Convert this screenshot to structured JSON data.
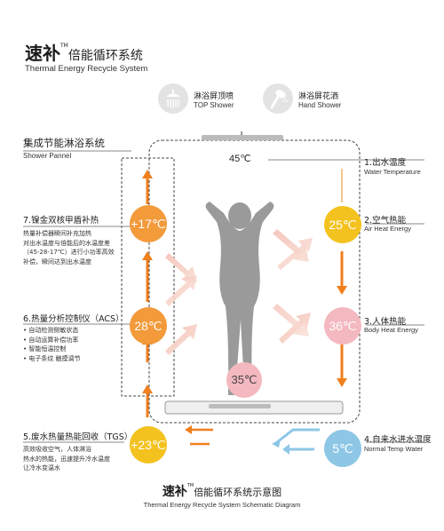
{
  "brand": {
    "title_cn": "速补",
    "tm": "TM",
    "title_cn_suffix": "倍能循环系统",
    "subtitle_en": "Thermal Energy Recycle System"
  },
  "showers": {
    "top": {
      "cn": "淋浴屏顶喷",
      "en": "TOP Shower",
      "icon": "rain-shower-icon"
    },
    "hand": {
      "cn": "淋浴屏花洒",
      "en": "Hand Shower",
      "icon": "hand-shower-icon"
    }
  },
  "panel": {
    "cn": "集成节能淋浴系统",
    "en": "Shower Pannel"
  },
  "left": {
    "item7": {
      "title": "7.镍金双核甲盾补热",
      "lines": [
        "热量补偿器瞬间补充加热",
        "对出水温度与倍能后的水温度差",
        "（45-28-17℃）进行小功率高效",
        "补偿，瞬间达到出水温度"
      ]
    },
    "item6": {
      "title": "6.热量分析控制仪（ACS）",
      "bullets": [
        "自动检测侧敏状态",
        "自动运算补偿功率",
        "智能恒温控制",
        "电子条纹 触摸调节"
      ]
    },
    "item5": {
      "title": "5.废水热量热能回收（TGS）",
      "lines": [
        "高效吸收空气，人体淋浴",
        "热水的热能，迅速提升冷水温度",
        "让冷水变温水"
      ]
    }
  },
  "right": {
    "item1": {
      "cn": "1.出水温度",
      "en": "Water Temperature"
    },
    "item2": {
      "cn": "2.空气热能",
      "en": "Air Heat Energy"
    },
    "item3": {
      "cn": "3.人体热能",
      "en": "Body Heat Energy"
    },
    "item4": {
      "cn": "4.自来水进水温度",
      "en": "Normal Temp Water"
    }
  },
  "temps": {
    "top": "45℃",
    "plus17": "+17℃",
    "c28": "28℃",
    "plus23": "+23℃",
    "c25": "25℃",
    "c36": "36℃",
    "c35": "35℃",
    "c5": "5℃"
  },
  "footer": {
    "title_cn": "速补",
    "tm": "TM",
    "title_cn_suffix": "倍能循环系统示意图",
    "subtitle_en": "Thermal Energy Recycle System Schematic Diagram"
  },
  "colors": {
    "orange": "#f39a3a",
    "arrow_orange": "#f07f1e",
    "yellow": "#f4c21e",
    "pink": "#f4b8c0",
    "blue": "#8ec7e6",
    "silhouette": "#9a9a9a",
    "water_red": "#e8646a"
  }
}
